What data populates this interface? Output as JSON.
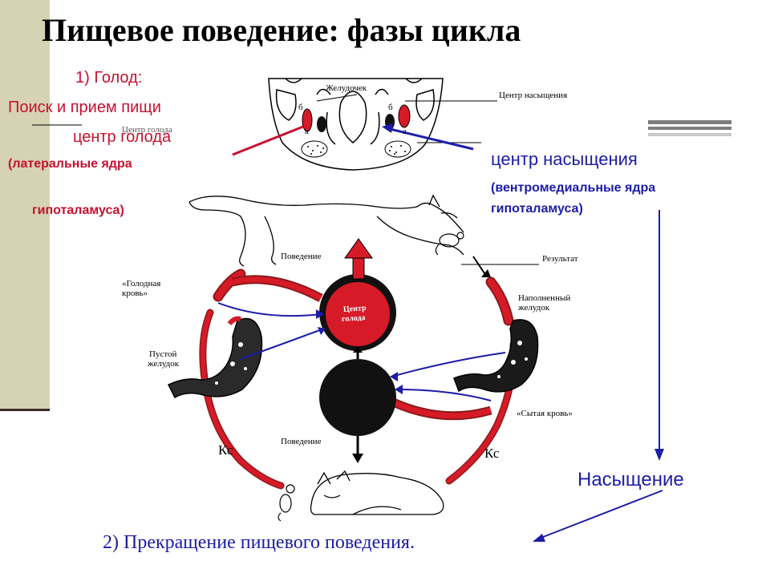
{
  "title": "Пищевое поведение: фазы цикла",
  "hunger": {
    "phase": "1) Голод:",
    "action": "Поиск и прием пищи",
    "center": "центр голода",
    "nuclei_line1": "(латеральные ядра",
    "nuclei_line2": "гипоталамуса)"
  },
  "satiety": {
    "center": "центр насыщения",
    "nuclei_line1": "(вентромедиальные ядра",
    "nuclei_line2": "гипоталамуса)",
    "result": "Насыщение"
  },
  "phase2": "2) Прекращение пищевого поведения.",
  "diagram": {
    "zheludochek": "Желудочек",
    "center_nasyshcheniya": "Центр насыщения",
    "center_goloda_overlap": "Центр голода",
    "povedenie_top": "Поведение",
    "rezultat": "Результат",
    "golodnaya_krov_1": "«Голодная",
    "golodnaya_krov_2": "кровь»",
    "napolnenny_1": "Наполненный",
    "napolnenny_2": "желудок",
    "pustoy_1": "Пустой",
    "pustoy_2": "желудок",
    "sytaya_krov": "«Сытая кровь»",
    "center_goloda_1": "Центр",
    "center_goloda_2": "голода",
    "povedenie_bottom": "Поведение",
    "ke_left": "Кс",
    "ke_right": "Кс",
    "label_b": "б",
    "label_a": "а"
  },
  "colors": {
    "red": "#c8102e",
    "blue": "#1c1ca8",
    "sidebar": "#d6d3b4"
  }
}
